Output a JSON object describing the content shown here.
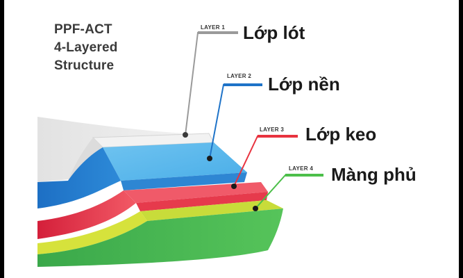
{
  "title": {
    "line1": "PPF-ACT",
    "line2": "4-Layered",
    "line3": "Structure"
  },
  "layers": [
    {
      "tag": "LAYER 1",
      "name": "Lớp lót",
      "color": "#9a9a9a"
    },
    {
      "tag": "LAYER 2",
      "name": "Lớp nền",
      "color": "#1e73c8"
    },
    {
      "tag": "LAYER 3",
      "name": "Lớp keo",
      "color": "#e8333f"
    },
    {
      "tag": "LAYER 4",
      "name": "Màng phủ",
      "color": "#4cbf4a"
    }
  ]
}
